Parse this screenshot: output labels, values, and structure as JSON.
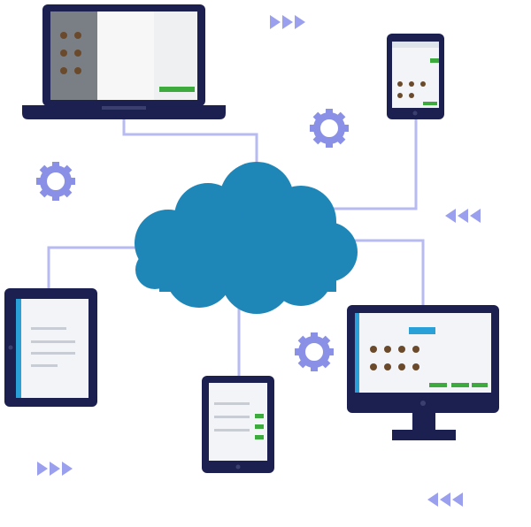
{
  "colors": {
    "device_frame": "#1c2050",
    "cloud": "#1f86b8",
    "connector": "#b7bbf2",
    "gear": "#8a90e6",
    "arrow": "#9a9fee",
    "screen_bg": "#f2f4f7",
    "screen_accent": "#2aa0d8",
    "screen_button": "#3caa3c"
  },
  "icons": [
    "cloud-icon",
    "gear-icon",
    "triple-chevron-right-icon",
    "triple-chevron-left-icon"
  ],
  "devices": [
    "laptop",
    "tablet-top-right",
    "tablet-left",
    "tablet-bottom",
    "desktop-monitor"
  ]
}
